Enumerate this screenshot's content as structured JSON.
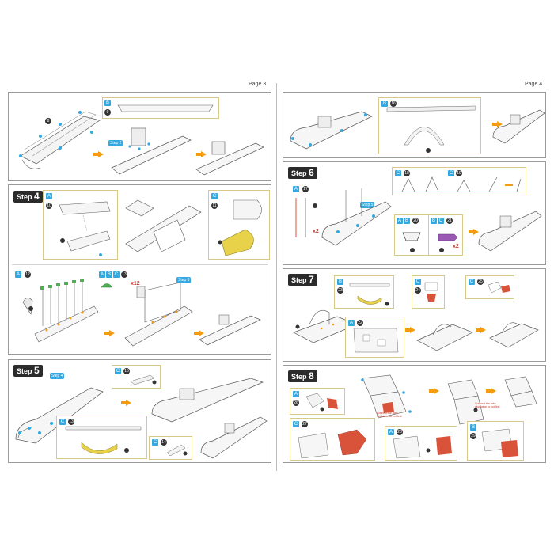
{
  "pages": {
    "left": {
      "label": "Page 3"
    },
    "right": {
      "label": "Page 4"
    }
  },
  "steps": {
    "s4": {
      "word": "Step",
      "num": "4"
    },
    "s5": {
      "word": "Step",
      "num": "5"
    },
    "s6": {
      "word": "Step",
      "num": "6"
    },
    "s7": {
      "word": "Step",
      "num": "7"
    },
    "s8": {
      "word": "Step",
      "num": "8"
    }
  },
  "refs": {
    "step2": "Step 2",
    "step3": "Step 3",
    "step4": "Step 4",
    "step5": "Step 5"
  },
  "letters": {
    "A": "A",
    "B": "B",
    "C": "C"
  },
  "part_numbers": {
    "p3_top": [
      "8",
      "9"
    ],
    "p3_s4": [
      "10",
      "11",
      "12",
      "13"
    ],
    "p3_s5": [
      "13",
      "15",
      "14"
    ],
    "p4_top": [
      "16"
    ],
    "p4_s6": [
      "17",
      "18",
      "19",
      "20",
      "21"
    ],
    "p4_s7": [
      "22",
      "23",
      "24",
      "25"
    ],
    "p4_s8": [
      "26",
      "27",
      "28",
      "29"
    ]
  },
  "multipliers": {
    "x12": "x12",
    "x2": "x2"
  },
  "notes": {
    "tabs_a": "Connect the tabs clockwise or not first",
    "tabs_b": "Connect the tabs clockwise or not first"
  },
  "colors": {
    "accent": "#33a9e0",
    "arrow": "#f39c12",
    "highlight": "#e8d24a",
    "red": "#d9533b"
  }
}
